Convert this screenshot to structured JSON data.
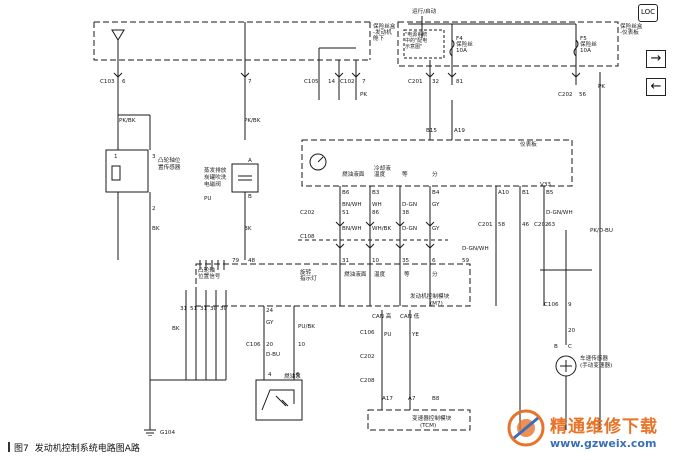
{
  "caption": {
    "figure": "图7",
    "title": "发动机控制系统电路图A路"
  },
  "corner_box": "LOC",
  "nav": {
    "forward": "→",
    "back": "←"
  },
  "top": {
    "run_start": "运行/启动",
    "fuse_box_left": [
      "保险丝盒",
      "-发动机",
      "舱下"
    ],
    "fuse_box_right": [
      "保险丝盒",
      "-仪表板"
    ],
    "distribution": [
      "\"电源系统",
      "中的\"配电",
      "示意图\""
    ],
    "f4": [
      "F4",
      "保险丝",
      "10A"
    ],
    "f5": [
      "F5",
      "保险丝",
      "10A"
    ]
  },
  "connectors": {
    "c103": "C103",
    "c103_pin": "6",
    "pin7": "7",
    "c105": "C105",
    "pin14": "14",
    "c102": "C102",
    "pin7b": "7",
    "c201": "C201",
    "pin32": "32",
    "pin81": "81",
    "c202": "C202",
    "pin56": "56",
    "b15": "B15",
    "a19": "A19",
    "pk": "PK",
    "pk2": "PK"
  },
  "wires": {
    "pkbk1": "PK/BK",
    "pkbk2": "PK/BK",
    "bk1": "BK",
    "bk2": "BK",
    "pu": "PU",
    "pkdbu": "PK/D-BU"
  },
  "cam_sensor": [
    "凸轮轴位",
    "置传感器"
  ],
  "cam_pins": {
    "p1": "1",
    "p2": "2",
    "p3": "3"
  },
  "solenoid": {
    "label": [
      "蒸发排放",
      "炭罐吹洗",
      "电磁阀"
    ],
    "a": "A",
    "b": "B"
  },
  "cluster": {
    "title": "仪表板",
    "gauges": [
      "燃油液面",
      "冷却液",
      "温度",
      "等",
      "分"
    ],
    "row1": [
      "B6",
      "B3",
      "B4",
      "A10",
      "B1",
      "B5"
    ],
    "c202": "C202",
    "pin_cols": [
      "51",
      "86",
      "38",
      "58",
      "46"
    ],
    "wires1": [
      "BN/WH",
      "WH",
      "D-GN",
      "GY",
      "D-GN/WH"
    ],
    "c108": "C108",
    "wires2": [
      "BN/WH",
      "WH/BK",
      "D-GN",
      "GY"
    ],
    "c201": "C201",
    "c201_pins": [
      "58",
      "63"
    ],
    "v33": "V33"
  },
  "ecm": {
    "title": [
      "发动机控制模块",
      "(M7)"
    ],
    "labels": [
      "旋转",
      "指示灯",
      "燃油液面",
      "温度",
      "等",
      "分"
    ],
    "cam_signal": [
      "凸轮轴",
      "位置信号"
    ],
    "pins": [
      "31",
      "10",
      "35",
      "6",
      "59",
      "79",
      "48"
    ],
    "d_gnwh": "D-GN/WH"
  },
  "can": {
    "high": "CAN 高",
    "low": "CAN 低",
    "pu": "PU",
    "ye": "YE"
  },
  "tcm": {
    "title": [
      "变速器控制模块",
      "(TCM)"
    ],
    "a17": "A17",
    "a7": "A7",
    "b8": "B8"
  },
  "grounds": {
    "g104": "G104",
    "pins": [
      "31",
      "51",
      "31",
      "30",
      "30"
    ],
    "bk": "BK"
  },
  "fuel_sender": {
    "title": "燃油泵",
    "pins": [
      "4",
      "5",
      "6"
    ],
    "wire_pubk": "PU/BK",
    "wire_gy": "GY",
    "c106": "C106",
    "p24": "24",
    "p10": "10",
    "p20": "20",
    "dbu": "D-BU"
  },
  "speed_sensor": [
    "车速传感器",
    "(手动变速器)"
  ],
  "speed_pins": {
    "b": "B",
    "c": "C",
    "c106": "C106",
    "pin9": "9",
    "pin20": "20"
  },
  "connector_mid": {
    "c103": "C106",
    "c202": "C202",
    "c208": "C208"
  },
  "watermark": {
    "title": "精通维修下载",
    "url": "www.gzweix.com"
  }
}
